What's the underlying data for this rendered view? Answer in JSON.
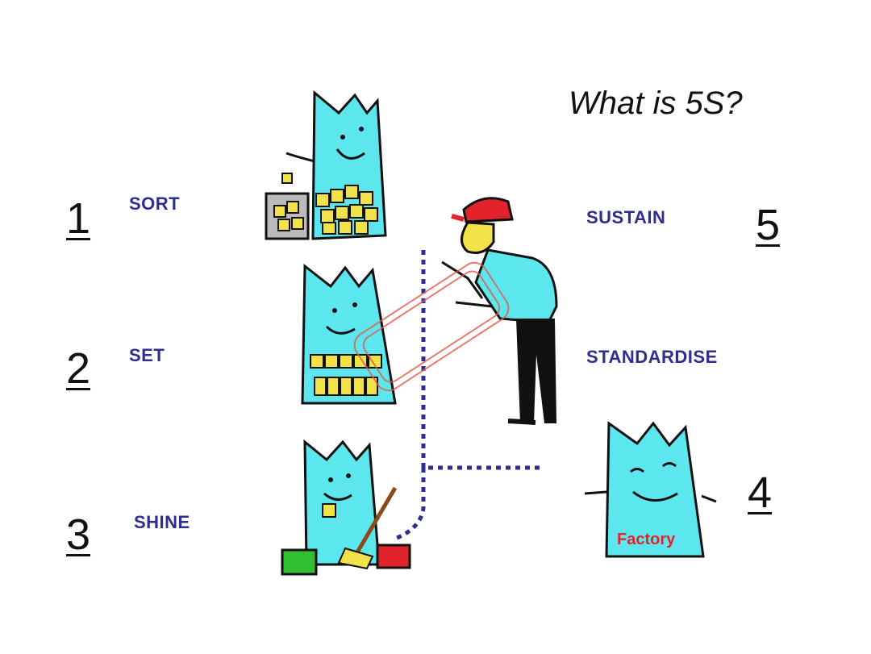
{
  "title": "What is 5S?",
  "steps": [
    {
      "number": "1",
      "label": "SORT"
    },
    {
      "number": "2",
      "label": "SET"
    },
    {
      "number": "3",
      "label": "SHINE"
    },
    {
      "number": "4",
      "label": "STANDARDISE"
    },
    {
      "number": "5",
      "label": "SUSTAIN"
    }
  ],
  "factory_label": "Factory",
  "colors": {
    "label_text": "#2e2e8f",
    "mascot": "#5ce6ee",
    "box": "#f2e24a",
    "cap": "#e3232b",
    "dotted_line": "#2e2e8f",
    "factory_text": "#e3232b"
  }
}
